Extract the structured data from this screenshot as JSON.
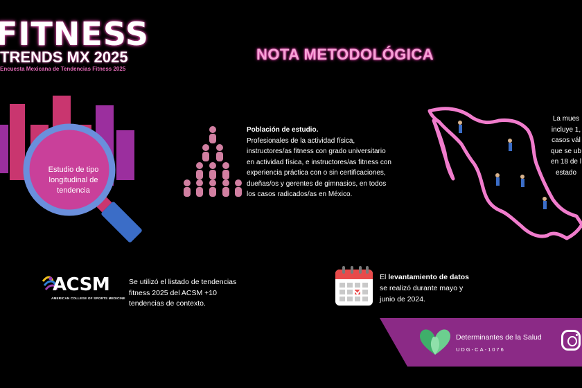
{
  "logo": {
    "line1": "FITNESS",
    "line2": "TRENDS MX 2025",
    "line3": "Encuesta Mexicana de Tendencias Fitness 2025"
  },
  "title": "NOTA METODOLÓGICA",
  "study": {
    "label": "Estudio de tipo longitudinal de tendencia"
  },
  "population": {
    "heading": "Población de estudio.",
    "body": "Profesionales de la actividad física, instructores/as fitness con grado universitario en actividad física, e instructores/as fitness con experiencia práctica con o sin certificaciones, dueñas/os y gerentes de gimnasios, en todos los casos radicados/as en México."
  },
  "sample": {
    "lines": [
      "La mues",
      "incluye 1,",
      "casos vál",
      "que se ub",
      "en 18 de l",
      "estado"
    ]
  },
  "acsm": {
    "logo_text": "ACSM",
    "logo_sub": "AMERICAN COLLEGE OF SPORTS MEDICINE",
    "text": "Se utilizó el listado de tendencias fitness 2025 del ACSM +10 tendencias de contexto."
  },
  "data_collection": {
    "pre": "El ",
    "bold": "levantamiento de datos",
    "post": " se realizó durante mayo y junio de 2024."
  },
  "footer": {
    "org": "Determinantes de la Salud",
    "code": "UDG-CA-1076"
  },
  "colors": {
    "background": "#000000",
    "accent_pink": "#e04aa8",
    "title_pink": "#f6a3d6",
    "footer_purple": "#8b2a86",
    "bar_pink": "#c9366f",
    "bar_purple": "#9b2f9e"
  },
  "icons": [
    "people-pyramid-icon",
    "mexico-map-icon",
    "calendar-icon",
    "magnifier-icon",
    "instagram-icon",
    "heart-logo-icon"
  ]
}
